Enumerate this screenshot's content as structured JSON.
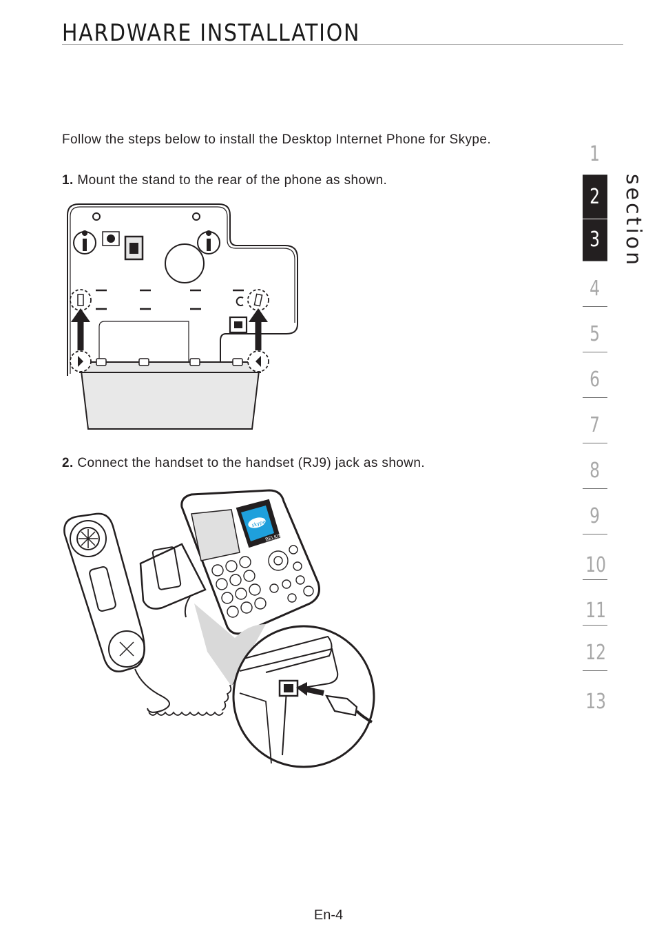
{
  "header": {
    "title": "HARDWARE INSTALLATION"
  },
  "intro": "Follow the steps below to install the Desktop Internet Phone for Skype.",
  "steps": [
    {
      "number": "1.",
      "text": "Mount the stand to the rear of the phone as shown."
    },
    {
      "number": "2.",
      "text": "Connect the handset to the handset (RJ9) jack as shown."
    }
  ],
  "figures": {
    "phone_screen_logo": "skype",
    "phone_brand": "BELKIN"
  },
  "section_nav": {
    "label": "section",
    "items": [
      {
        "label": "1",
        "active": false
      },
      {
        "label": "2",
        "active": true
      },
      {
        "label": "3",
        "active": true
      },
      {
        "label": "4",
        "active": false
      },
      {
        "label": "5",
        "active": false
      },
      {
        "label": "6",
        "active": false
      },
      {
        "label": "7",
        "active": false
      },
      {
        "label": "8",
        "active": false
      },
      {
        "label": "9",
        "active": false
      },
      {
        "label": "10",
        "active": false
      },
      {
        "label": "11",
        "active": false
      },
      {
        "label": "12",
        "active": false
      },
      {
        "label": "13",
        "active": false
      }
    ]
  },
  "footer": {
    "page_number": "En-4"
  },
  "colors": {
    "text": "#231f20",
    "active_tab": "#231f20",
    "inactive_tab_text": "#a8a8a8",
    "skype_blue": "#1fa0dc"
  }
}
